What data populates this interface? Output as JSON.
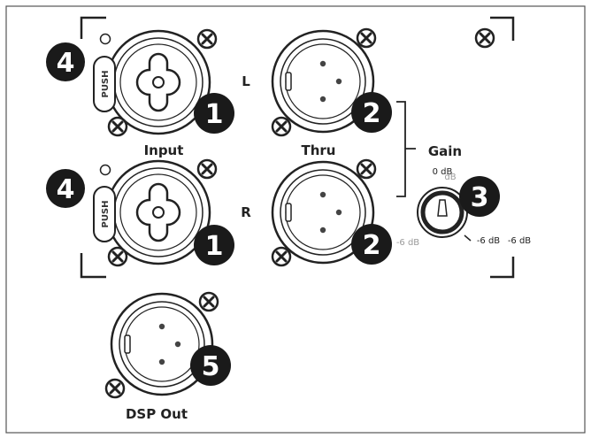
{
  "labels": {
    "input": "Input",
    "thru": "Thru",
    "dsp_out": "DSP Out",
    "left": "L",
    "right": "R",
    "gain": "Gain"
  },
  "push_text": "PUSH",
  "gain_marks": {
    "zero": "0 dB",
    "zero_ghost": "dB",
    "minus_left": "-6 dB",
    "minus_right": "-6 dB",
    "minus_right2": "-6 dB"
  },
  "callouts": {
    "input_connector": "1",
    "thru_connector": "2",
    "gain_knob": "3",
    "push_latch": "4",
    "dsp_out": "5"
  }
}
